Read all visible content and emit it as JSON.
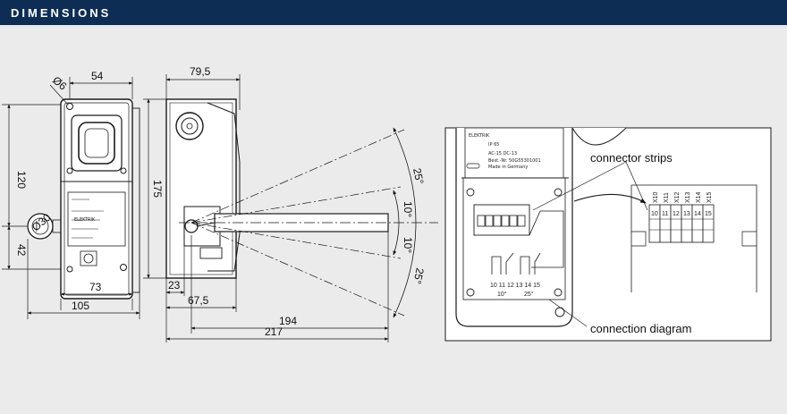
{
  "header": {
    "title": "DIMENSIONS"
  },
  "dimensions": {
    "width_54": "54",
    "depth_79_5": "79,5",
    "height_120": "120",
    "height_175": "175",
    "offset_42": "42",
    "width_73": "73",
    "width_105": "105",
    "offset_23": "23",
    "depth_67_5": "67,5",
    "length_194": "194",
    "length_217": "217",
    "diameter_6": "Ø6",
    "diameter_30": "Ø30",
    "angle_25_top": "25°",
    "angle_10_top": "10°",
    "angle_10_bottom": "10°",
    "angle_25_bottom": "25°"
  },
  "detail": {
    "connector_strips_label": "connector strips",
    "connection_diagram_label": "connection diagram",
    "terminals": [
      "X10",
      "X11",
      "X12",
      "X13",
      "X14",
      "X15"
    ],
    "terminal_numbers": [
      "10",
      "11",
      "12",
      "13",
      "14",
      "15"
    ],
    "terminal_row": "10 11 12 13 14 15",
    "angle_10": "10°",
    "angle_25": "25°",
    "label_brand": "ELEKTRIK",
    "label_ip": "IP 65",
    "label_volt": "AC-15  DC-13",
    "label_order": "Best.-Nr.  50G55301001",
    "label_made": "Made in Germany"
  },
  "colors": {
    "header_bg": "#0d2d55",
    "header_text": "#ffffff",
    "page_bg": "#ebebeb",
    "panel_bg": "#ffffff",
    "line": "#1a1a1a"
  }
}
